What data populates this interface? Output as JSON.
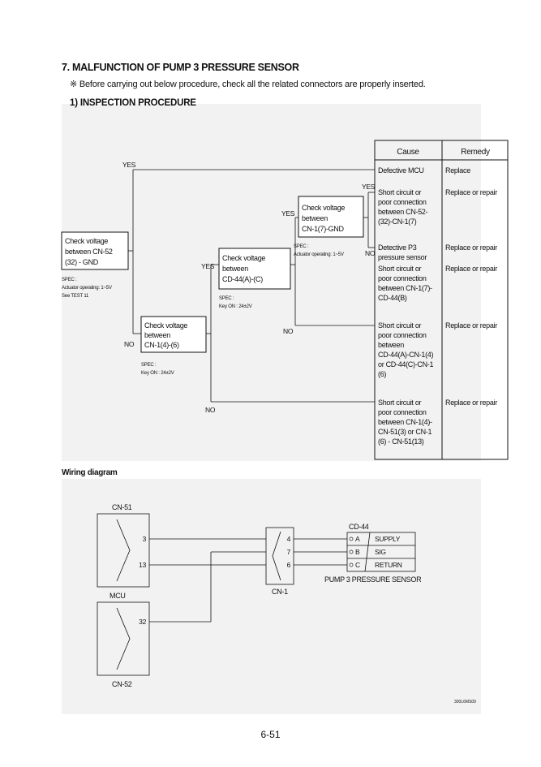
{
  "section_title": "7. MALFUNCTION OF PUMP 3 PRESSURE SENSOR",
  "note": "※ Before carrying out below procedure, check all the related connectors are properly inserted.",
  "subtitle": "1) INSPECTION PROCEDURE",
  "table": {
    "header_cause": "Cause",
    "header_remedy": "Remedy",
    "rows": [
      {
        "cause": [
          "Defective MCU"
        ],
        "remedy": "Replace"
      },
      {
        "cause": [
          "Short circuit or",
          "poor connection",
          "between CN-52-",
          "(32)-CN-1(7)"
        ],
        "remedy": "Replace or repair"
      },
      {
        "cause": [
          "Detective P3",
          "pressure sensor"
        ],
        "remedy": "Replace or repair"
      },
      {
        "cause": [
          "Short circuit or",
          "poor connection",
          "between CN-1(7)-",
          "CD-44(B)"
        ],
        "remedy": "Replace or repair"
      },
      {
        "cause": [
          "Short circuit or",
          "poor connection",
          "between",
          "CD-44(A)-CN-1(4)",
          "or CD-44(C)-CN-1",
          "(6)"
        ],
        "remedy": "Replace or repair"
      },
      {
        "cause": [
          "Short circuit or",
          "poor connection",
          "between CN-1(4)-",
          "CN-51(3) or CN-1",
          "(6) - CN-51(13)"
        ],
        "remedy": "Replace or repair"
      }
    ]
  },
  "boxes": {
    "box1": [
      "Check voltage",
      "between CN-52",
      "(32) - GND"
    ],
    "box1_spec": [
      "SPEC :",
      "Actuator operating: 1~5V",
      "See TEST 11"
    ],
    "box2": [
      "Check voltage",
      "between",
      "CN-1(4)-(6)"
    ],
    "box2_spec": [
      "SPEC :",
      "Key ON : 24±2V"
    ],
    "box3": [
      "Check voltage",
      "between",
      "CD-44(A)-(C)"
    ],
    "box3_spec": [
      "SPEC :",
      "Key ON : 24±2V"
    ],
    "box4": [
      "Check voltage",
      "between",
      "CN-1(7)-GND"
    ],
    "box4_spec": [
      "SPEC :",
      "Actuator operating: 1~5V"
    ]
  },
  "labels": {
    "yes": "YES",
    "no": "NO"
  },
  "wiring": {
    "title": "Wiring diagram",
    "cn51": "CN-51",
    "cn52": "CN-52",
    "mcu": "MCU",
    "cn1": "CN-1",
    "cd44": "CD-44",
    "pins_cn51": [
      "3",
      "13"
    ],
    "pin_cn52": "32",
    "pins_cn1": [
      "4",
      "7",
      "6"
    ],
    "pins_cd44": [
      "A",
      "B",
      "C"
    ],
    "signals": [
      "SUPPLY",
      "SIG",
      "RETURN"
    ],
    "sensor": "PUMP 3 PRESSURE SENSOR",
    "code": "300L6MS09"
  },
  "page_number": "6-51"
}
